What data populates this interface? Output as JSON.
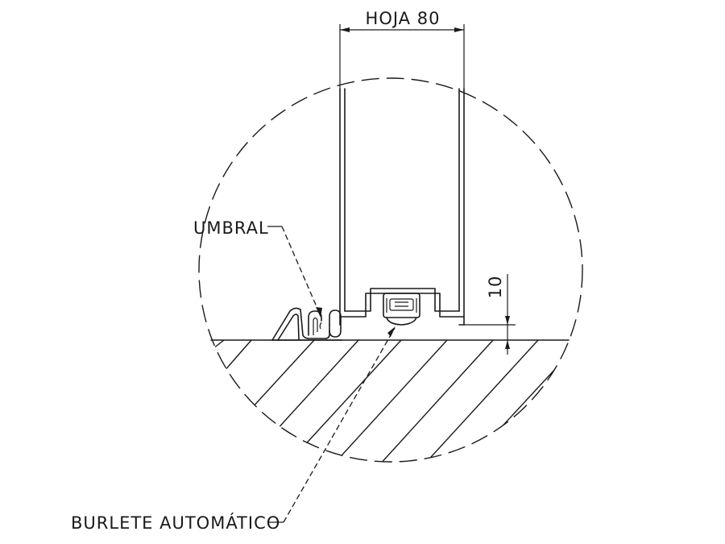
{
  "labels": {
    "hoja": "HOJA 80",
    "umbral": "UMBRAL",
    "burlete": "BURLETE AUTOMÁTICO",
    "gap": "10"
  }
}
